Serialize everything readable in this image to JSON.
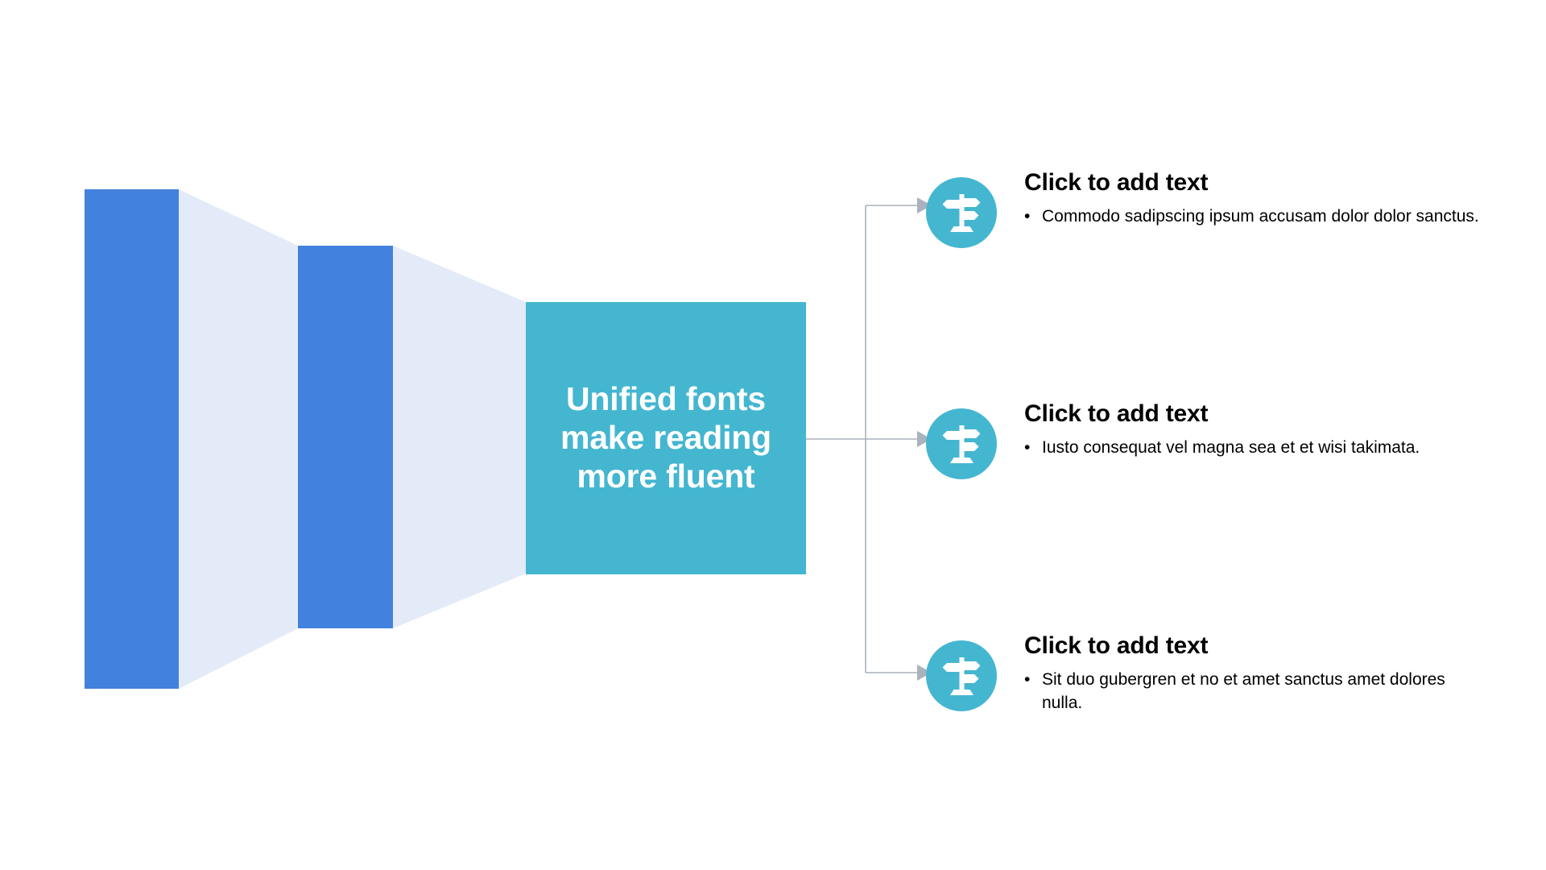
{
  "slide": {
    "background_color": "#ffffff"
  },
  "funnel": {
    "stages": [
      {
        "name": "stage-1-bar",
        "color": "#4281DD"
      },
      {
        "name": "stage-2-bar",
        "color": "#4281DD"
      }
    ],
    "taper_color": "#E3EBF8",
    "panel_color": "#44B6D0",
    "headline": "Unified fonts\nmake reading\nmore fluent",
    "headline_color": "#ffffff"
  },
  "connector": {
    "color": "#AAB2BD",
    "arrow_color": "#AAB2BD"
  },
  "items": [
    {
      "icon": "signpost-icon",
      "icon_bg": "#44B6D0",
      "title": "Click to add text",
      "bullet_marker": "•",
      "bullet": "Commodo sadipscing ipsum accusam dolor dolor sanctus."
    },
    {
      "icon": "signpost-icon",
      "icon_bg": "#44B6D0",
      "title": "Click to add text",
      "bullet_marker": "•",
      "bullet": "Iusto consequat vel magna sea et et wisi takimata."
    },
    {
      "icon": "signpost-icon",
      "icon_bg": "#44B6D0",
      "title": "Click to add text",
      "bullet_marker": "•",
      "bullet": "Sit duo gubergren et no et amet sanctus amet dolores nulla."
    }
  ]
}
